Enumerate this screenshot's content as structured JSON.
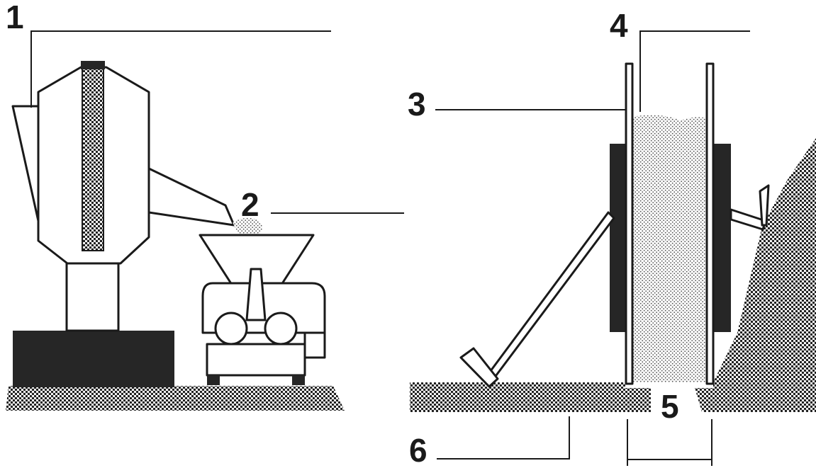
{
  "callouts": {
    "c1": "1",
    "c2": "2",
    "c3": "3",
    "c4": "4",
    "c5": "5",
    "c6": "6"
  },
  "colors": {
    "ink": "#1a1a1a",
    "dark_block": "#262626",
    "background": "#ffffff"
  }
}
